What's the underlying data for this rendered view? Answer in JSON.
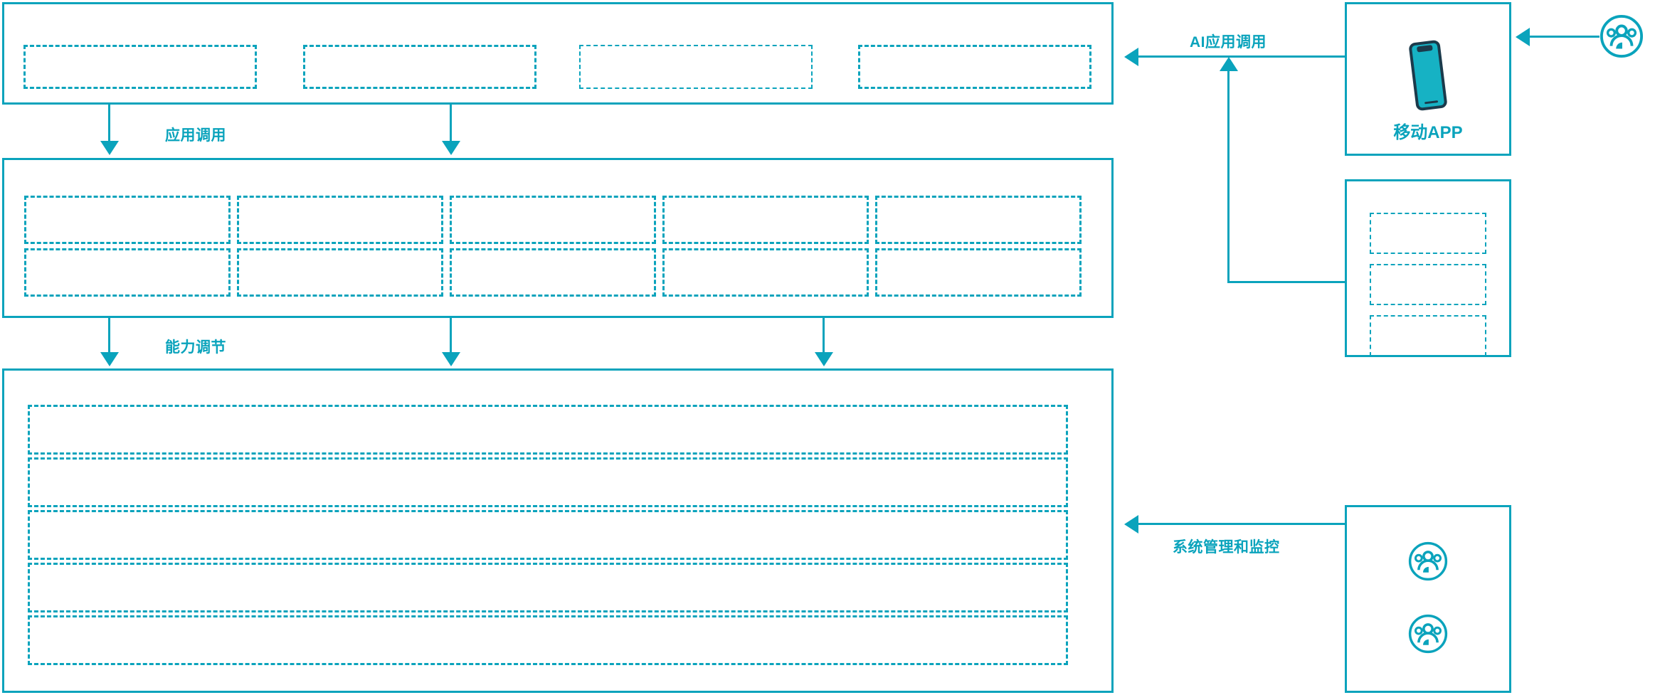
{
  "theme": {
    "accent": "#0aa3bc",
    "phone_dark": "#1b3a4b",
    "background": "#ffffff"
  },
  "layers": {
    "application_layer": {
      "name": "application-layer",
      "slots": [
        "",
        "",
        "",
        ""
      ]
    },
    "capability_layer": {
      "name": "capability-layer",
      "rows": [
        [
          "",
          "",
          "",
          "",
          ""
        ],
        [
          "",
          "",
          "",
          "",
          ""
        ]
      ]
    },
    "infrastructure_layer": {
      "name": "infrastructure-layer",
      "bars": [
        "",
        "",
        "",
        "",
        ""
      ]
    }
  },
  "connectors": {
    "application_call": {
      "label": "应用调用"
    },
    "capability_adjust": {
      "label": "能力调节"
    },
    "ai_application_call": {
      "label": "AI应用调用"
    },
    "system_management": {
      "label": "系统管理和监控"
    }
  },
  "right_panels": [
    {
      "name": "mobile-app-panel",
      "caption": "移动APP",
      "icon": "mobile-phone-icon"
    },
    {
      "name": "channel-panel",
      "caption": "",
      "slots": [
        "",
        "",
        ""
      ]
    },
    {
      "name": "operations-panel",
      "caption": "",
      "icons": [
        "user-group-icon",
        "user-group-icon"
      ]
    }
  ],
  "actors": [
    {
      "name": "end-user-actor",
      "icon": "user-group-icon"
    }
  ]
}
